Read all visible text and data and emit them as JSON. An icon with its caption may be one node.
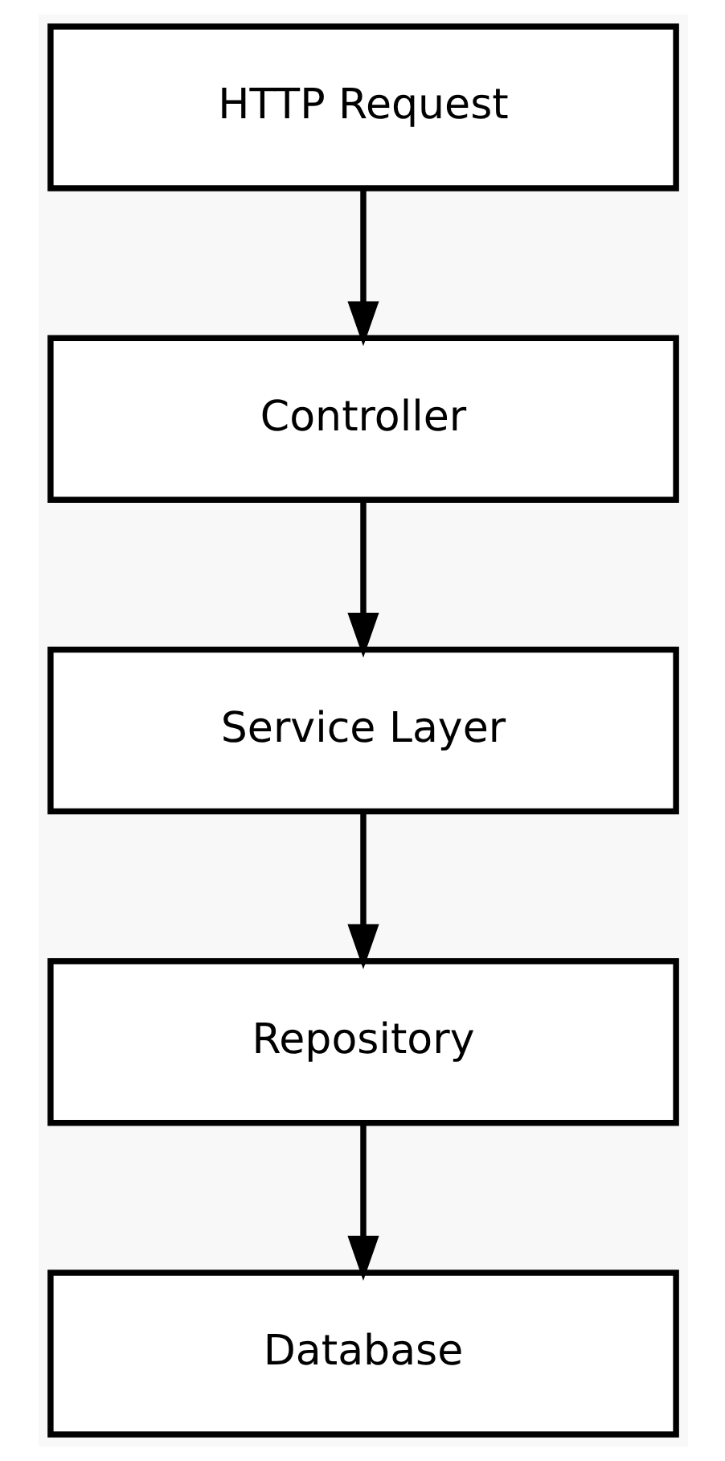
{
  "diagram": {
    "nodes": [
      {
        "text": [
          "HTTP Request"
        ]
      },
      {
        "text": [
          "Controller"
        ]
      },
      {
        "text": [
          "Service Layer"
        ]
      },
      {
        "text": [
          "Repository"
        ]
      },
      {
        "text": [
          "Database"
        ]
      }
    ],
    "edges": [
      {
        "from": 0,
        "to": 1,
        "arrow": "to"
      },
      {
        "from": 1,
        "to": 2,
        "arrow": "to"
      },
      {
        "from": 2,
        "to": 3,
        "arrow": "to"
      },
      {
        "from": 3,
        "to": 4,
        "arrow": "to"
      }
    ]
  }
}
